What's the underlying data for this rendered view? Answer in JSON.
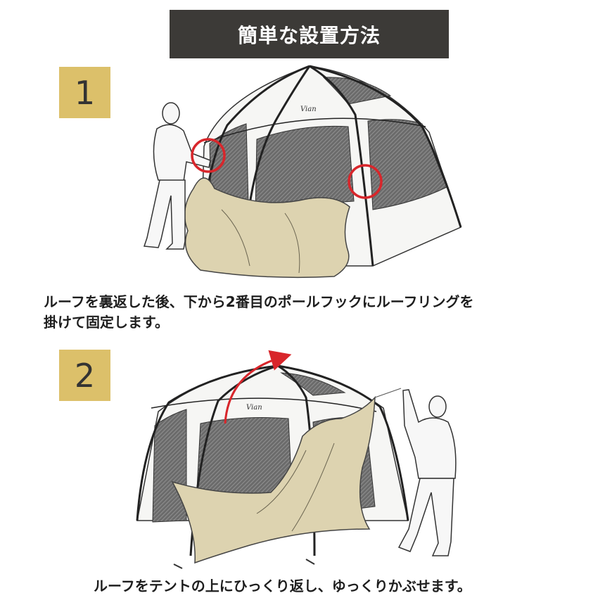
{
  "title": "簡単な設置方法",
  "steps": [
    {
      "number": "1",
      "caption_line1": "ルーフを裏返した後、下から2番目のポールフックにルーフリングを",
      "caption_line2": "掛けて固定します。"
    },
    {
      "number": "2",
      "caption": "ルーフをテントの上にひっくり返し、ゆっくりかぶせます。"
    }
  ],
  "tent_logo_text": "Vian",
  "colors": {
    "title_bg": "#3c3a37",
    "step_badge": "#dcc06a",
    "roof_fabric": "#ddd3b0",
    "highlight_circle": "#d8262b",
    "arrow": "#d8262b"
  }
}
